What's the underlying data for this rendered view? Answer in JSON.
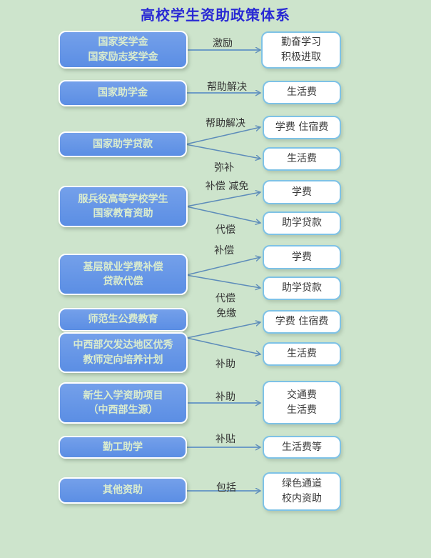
{
  "title": "高校学生资助政策体系",
  "colors": {
    "background": "#cde4cc",
    "title_text": "#2a2ad4",
    "source_box_fill": "#5f90e5",
    "source_box_border": "#ffffff",
    "source_box_text": "#daecce",
    "target_box_fill": "#ffffff",
    "target_box_border": "#7ec2e6",
    "target_box_text": "#3a3a3a",
    "arrow_line": "#5d8cba",
    "edge_label_text": "#333333"
  },
  "groups": [
    {
      "sources": [
        [
          "国家奖学金",
          "国家励志奖学金"
        ]
      ],
      "links": [
        {
          "label": "激励",
          "target": [
            "勤奋学习",
            "积极进取"
          ]
        }
      ]
    },
    {
      "sources": [
        [
          "国家助学金"
        ]
      ],
      "links": [
        {
          "label": "帮助解决",
          "target": [
            "生活费"
          ]
        }
      ]
    },
    {
      "sources": [
        [
          "国家助学贷款"
        ]
      ],
      "links": [
        {
          "label": "帮助解决",
          "target": [
            "学费 住宿费"
          ]
        },
        {
          "label": "弥补",
          "target": [
            "生活费"
          ]
        }
      ]
    },
    {
      "sources": [
        [
          "服兵役高等学校学生",
          "国家教育资助"
        ]
      ],
      "links": [
        {
          "label": "补偿 减免",
          "target": [
            "学费"
          ]
        },
        {
          "label": "代偿",
          "target": [
            "助学贷款"
          ]
        }
      ]
    },
    {
      "sources": [
        [
          "基层就业学费补偿",
          "贷款代偿"
        ]
      ],
      "links": [
        {
          "label": "补偿",
          "target": [
            "学费"
          ]
        },
        {
          "label": "代偿",
          "target": [
            "助学贷款"
          ]
        }
      ]
    },
    {
      "sources": [
        [
          "师范生公费教育"
        ],
        [
          "中西部欠发达地区优秀",
          "教师定向培养计划"
        ]
      ],
      "links": [
        {
          "label": "免缴",
          "target": [
            "学费 住宿费"
          ]
        },
        {
          "label": "补助",
          "target": [
            "生活费"
          ]
        }
      ]
    },
    {
      "sources": [
        [
          "新生入学资助项目",
          "（中西部生源）"
        ]
      ],
      "links": [
        {
          "label": "补助",
          "target": [
            "交通费",
            "生活费"
          ]
        }
      ]
    },
    {
      "sources": [
        [
          "勤工助学"
        ]
      ],
      "links": [
        {
          "label": "补贴",
          "target": [
            "生活费等"
          ]
        }
      ]
    },
    {
      "sources": [
        [
          "其他资助"
        ]
      ],
      "links": [
        {
          "label": "包括",
          "target": [
            "绿色通道",
            "校内资助"
          ]
        }
      ]
    }
  ]
}
